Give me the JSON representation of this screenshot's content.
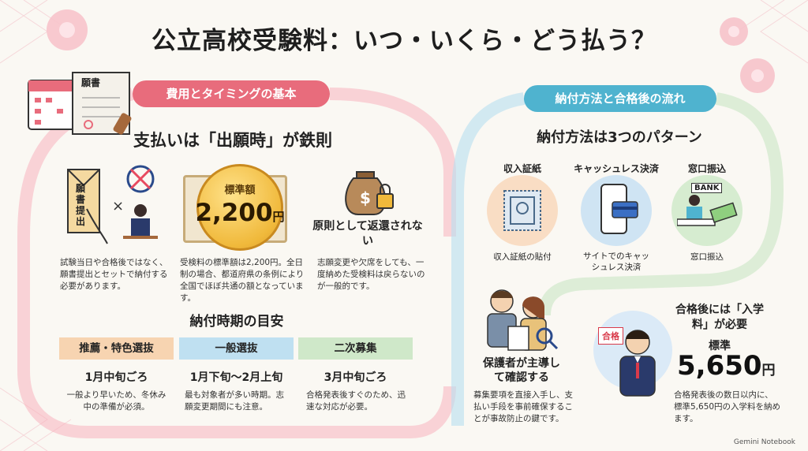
{
  "title": "公立高校受験料：いつ・いくら・どう払う？",
  "left": {
    "pill": "費用とタイミングの基本",
    "doc_label": "願書",
    "heading": "支払いは「出願時」が鉄則",
    "envelope_text": "願書提出",
    "col1_text": "試験当日や合格後ではなく、願書提出とセットで納付する必要があります。",
    "coin_label": "標準額",
    "coin_amount": "2,200",
    "coin_unit": "円",
    "col2_text": "受検料の標準額は2,200円。全日制の場合、都道府県の条例により全国でほぼ共通の額となっています。",
    "col3_heading": "原則として返還されない",
    "col3_text": "志願変更や欠席をしても、一度納めた受検料は戻らないのが一般的です。",
    "timing_heading": "納付時期の目安",
    "timing": [
      {
        "band": "推薦・特色選抜",
        "period": "1月中旬ごろ",
        "note": "一般より早いため、冬休み中の準備が必須。"
      },
      {
        "band": "一般選抜",
        "period": "1月下旬〜2月上旬",
        "note": "最も対象者が多い時期。志願変更期間にも注意。"
      },
      {
        "band": "二次募集",
        "period": "3月中旬ごろ",
        "note": "合格発表後すぐのため、迅速な対応が必要。"
      }
    ]
  },
  "right": {
    "pill": "納付方法と合格後の流れ",
    "heading": "納付方法は3つのパターン",
    "methods": [
      {
        "title": "収入証紙",
        "caption": "収入証紙の貼付"
      },
      {
        "title": "キャッシュレス決済",
        "caption": "サイトでのキャッシュレス決済"
      },
      {
        "title": "窓口振込",
        "caption": "窓口振込",
        "sign": "BANK"
      }
    ],
    "guardian_heading": "保護者が主導して確認する",
    "guardian_text": "募集要項を直接入手し、支払い手段を事前確保することが事故防止の鍵です。",
    "pass_sign": "合格",
    "admission_heading": "合格後には「入学料」が必要",
    "admission_label": "標準",
    "admission_amount": "5,650",
    "admission_unit": "円",
    "admission_text": "合格発表後の数日以内に、標準5,650円の入学料を納めます。"
  },
  "footer": "Gemini Notebook",
  "colors": {
    "pink": "#e86c7c",
    "blue": "#4fb3cf",
    "gold": "#f0b93b"
  }
}
